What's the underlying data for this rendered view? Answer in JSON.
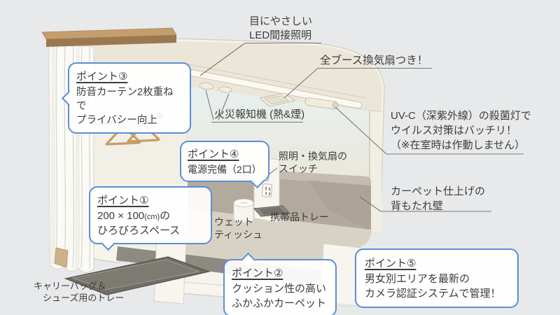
{
  "colors": {
    "background": "#e8e9ea",
    "accent": "#5b8ed5",
    "text": "#3c3c3c",
    "leader": "#787878",
    "booth": "#f5f3ec",
    "booth_line": "#d6d2c6",
    "ceiling": "#ebe6d8",
    "glow_top": "#e7f0ee",
    "glow_bottom": "#ebe7dc",
    "inner_wall": "#f1eee4",
    "hanger_wall": "#f2efe7",
    "backrest": "#b2aa9d",
    "backrest_top": "#c5bdb1",
    "floor": "#d8d2c5",
    "kick": "#8e8a82",
    "frame": "#f7f5ee",
    "fixture": "#f1ecdf",
    "fixture_line": "#c7c0ad",
    "wood": "#c49d67",
    "wood_dark": "#9c7850",
    "curtain": "#fafaf6",
    "curtain_line": "#d7d4ca",
    "tray": "#716e68",
    "tray_line": "#5a5852"
  },
  "labels": {
    "led": "目にやさしい\nLED間接照明",
    "fan": "全ブース換気扇つき！",
    "fire": "火災報知機 (熱&煙)",
    "uv": "UV-C（深紫外線）の殺菌灯で\nウイルス対策はバッチリ！\n（※在室時は作動しません）",
    "switch": "照明・換気扇の\nスイッチ",
    "backrest": "カーペット仕上げの\n背もたれ壁",
    "wet_tissue": "ウェット\nティッシュ",
    "phone_tray": "携帯品トレー",
    "carry_tray": "キャリーバッグ＆\n　シューズ用のトレー"
  },
  "points": {
    "p1": {
      "title": "ポイント①",
      "size_main": "200 × 100",
      "size_unit": "(cm)",
      "size_suffix": "の",
      "body2": "ひろびろスペース"
    },
    "p2": {
      "title": "ポイント②",
      "body": "クッション性の高い\nふかふかカーペット"
    },
    "p3": {
      "title": "ポイント③",
      "body": "防音カーテン2枚重ねで\nプライバシー向上"
    },
    "p4": {
      "title": "ポイント④",
      "body": "電源完備（2口）"
    },
    "p5": {
      "title": "ポイント⑤",
      "body": "男女別エリアを最新の\nカメラ認証システムで管理！"
    }
  }
}
